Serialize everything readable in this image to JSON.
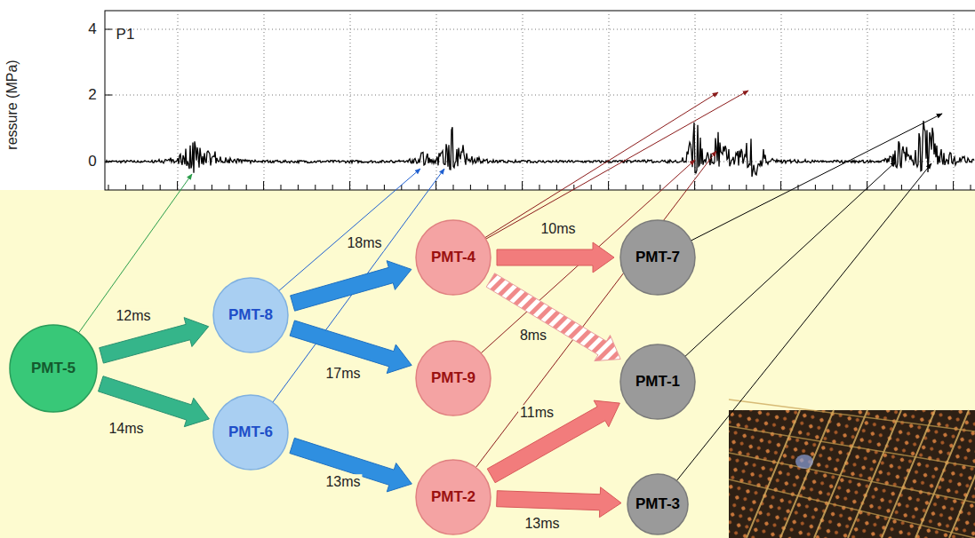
{
  "diagram": {
    "nodes": [
      {
        "text": [
          "PMT-5"
        ]
      },
      {
        "text": [
          "PMT-8"
        ]
      },
      {
        "text": [
          "PMT-6"
        ]
      },
      {
        "text": [
          "PMT-4"
        ]
      },
      {
        "text": [
          "PMT-9"
        ]
      },
      {
        "text": [
          "PMT-2"
        ]
      },
      {
        "text": [
          "PMT-7"
        ]
      },
      {
        "text": [
          "PMT-1"
        ]
      },
      {
        "text": [
          "PMT-3"
        ]
      }
    ],
    "edges": [
      {
        "from": 0,
        "to": 1,
        "arrow": "to",
        "label": "12ms"
      },
      {
        "from": 0,
        "to": 2,
        "arrow": "to",
        "label": "14ms"
      },
      {
        "from": 1,
        "to": 3,
        "arrow": "to",
        "label": "18ms"
      },
      {
        "from": 1,
        "to": 4,
        "arrow": "to",
        "label": "17ms"
      },
      {
        "from": 2,
        "to": 5,
        "arrow": "to",
        "label": "13ms"
      },
      {
        "from": 3,
        "to": 6,
        "arrow": "to",
        "label": "10ms"
      },
      {
        "from": 3,
        "to": 7,
        "arrow": "to",
        "label": "8ms"
      },
      {
        "from": 5,
        "to": 7,
        "arrow": "to",
        "label": "11ms"
      },
      {
        "from": 5,
        "to": 8,
        "arrow": "to",
        "label": "13ms"
      }
    ],
    "labels": [
      "P1",
      "ressure (MPa)",
      "4",
      "2",
      "0"
    ]
  }
}
